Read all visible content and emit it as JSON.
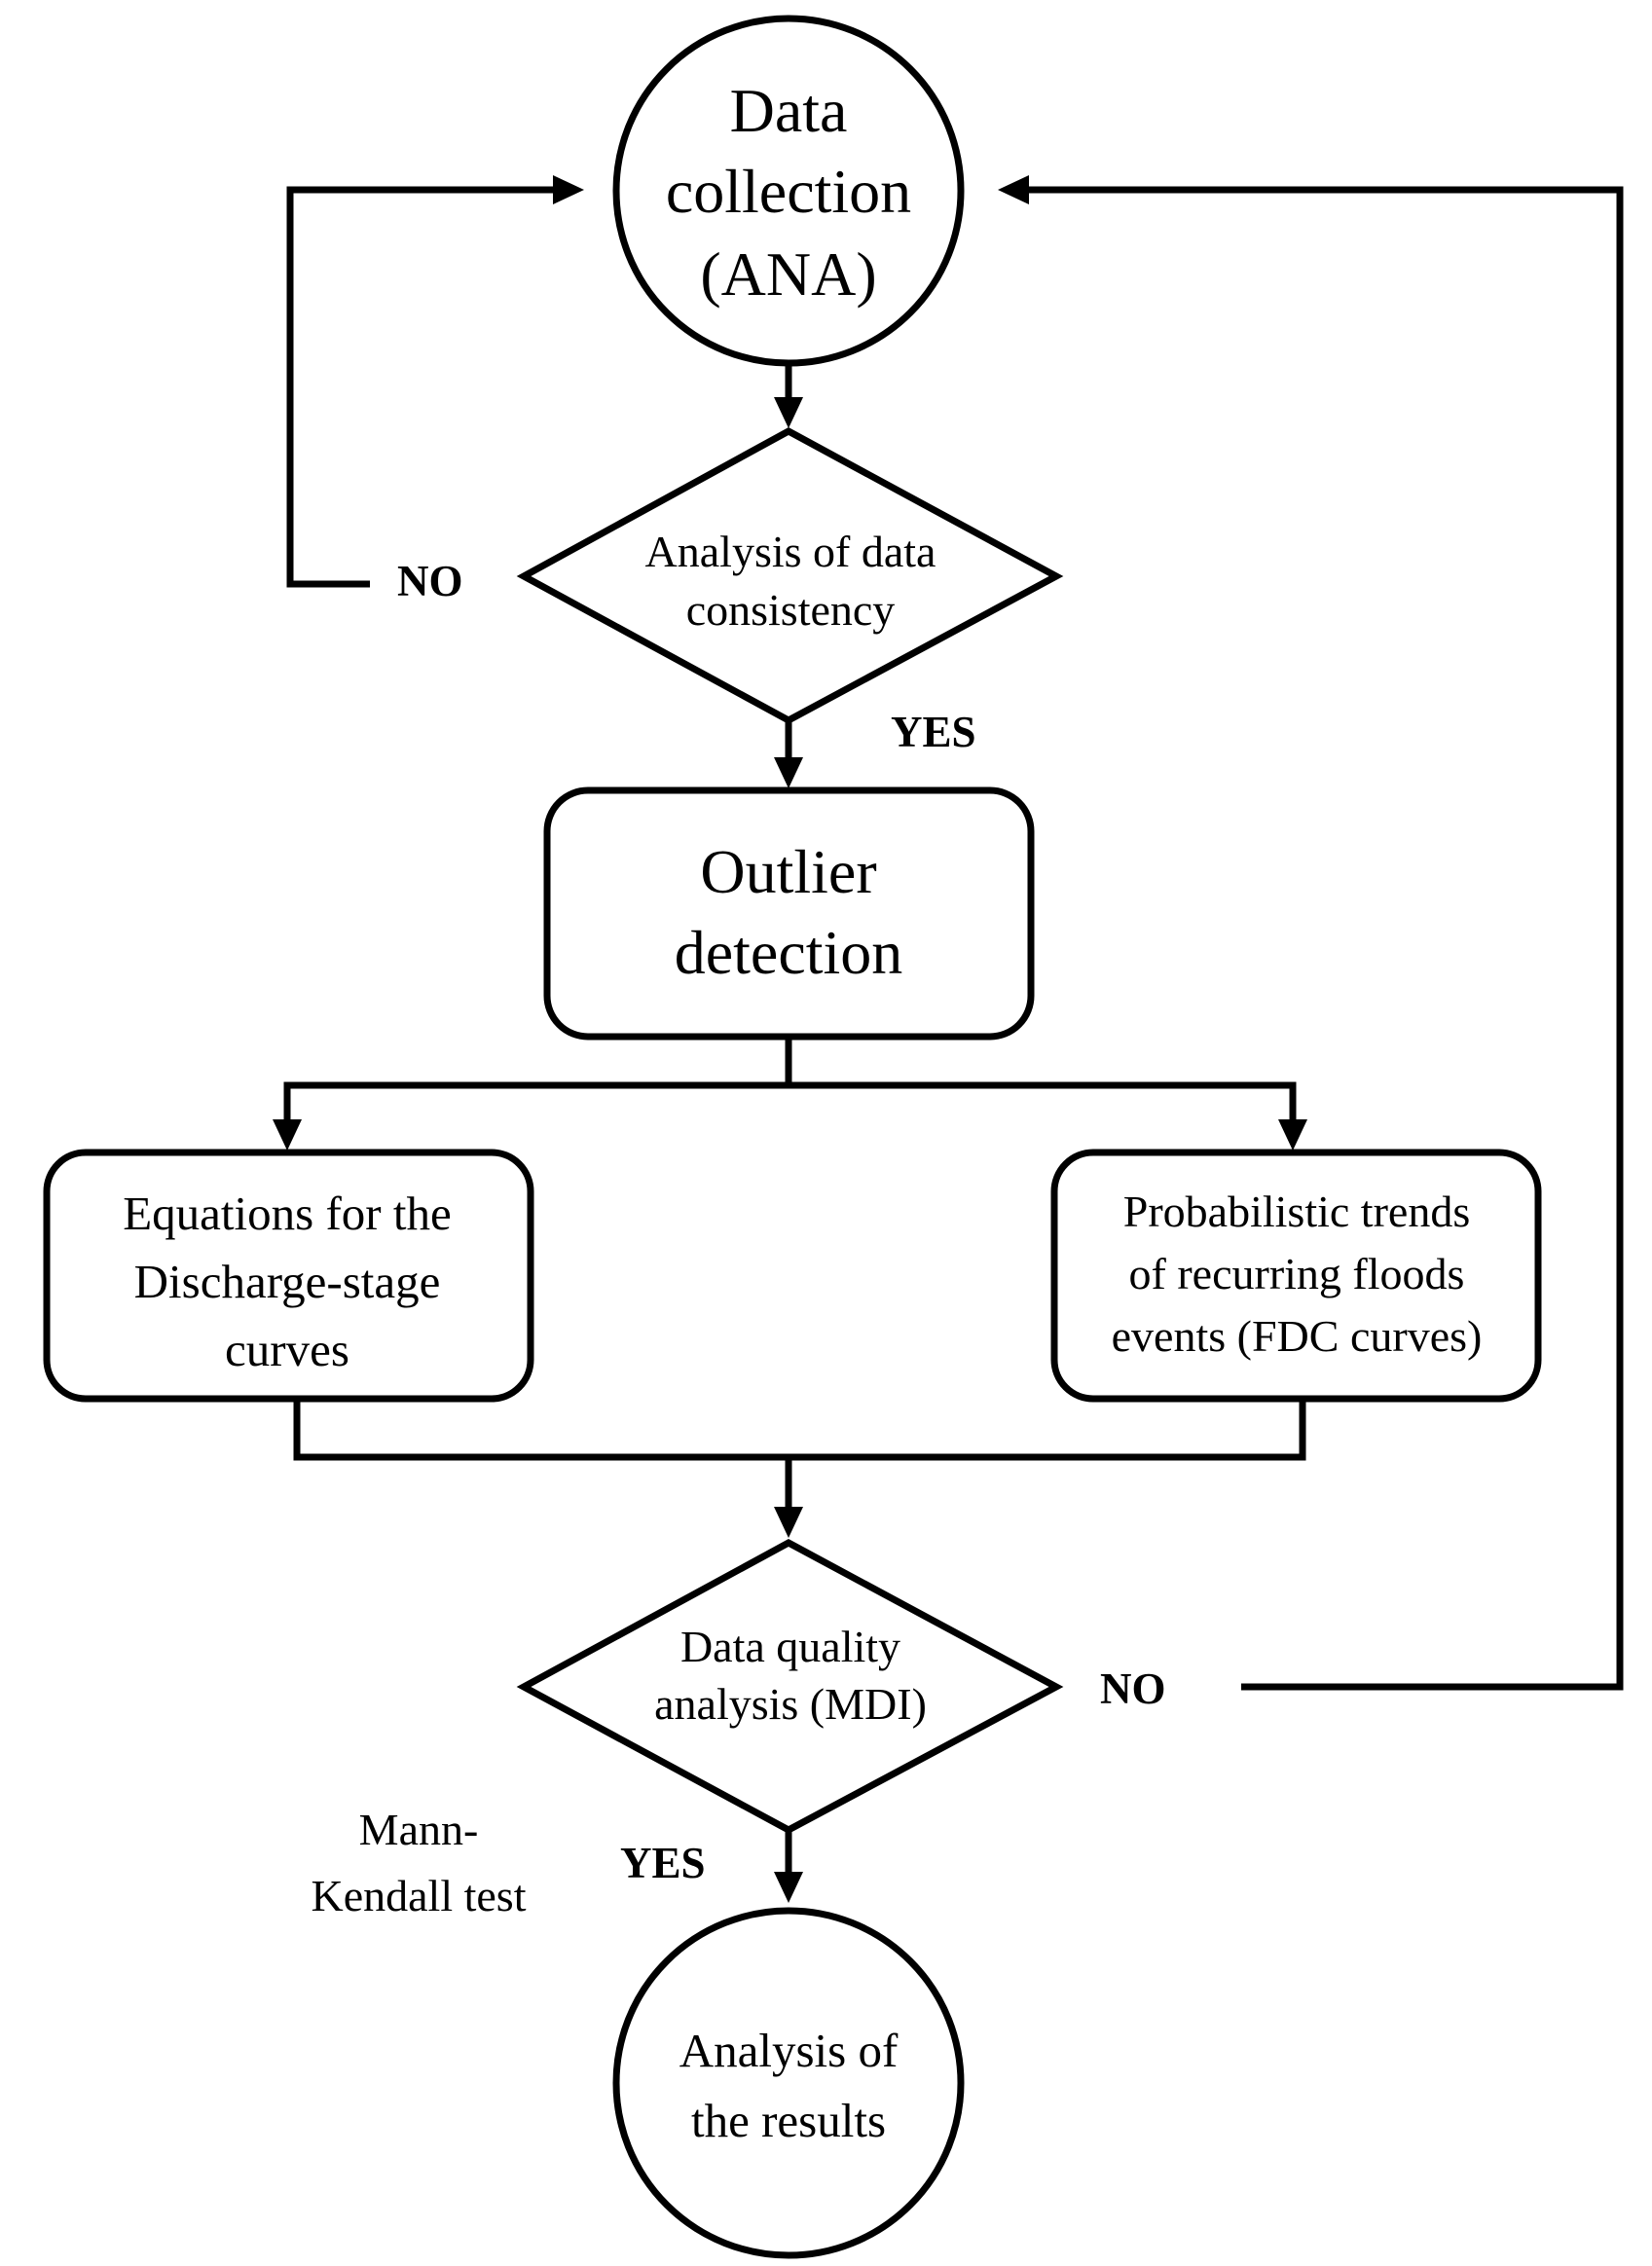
{
  "nodes": {
    "data_collection": {
      "lines": [
        "Data",
        "collection",
        "(ANA)"
      ]
    },
    "consistency_decision": {
      "lines": [
        "Analysis of data",
        "consistency"
      ]
    },
    "outlier_detection": {
      "lines": [
        "Outlier",
        "detection"
      ]
    },
    "discharge_stage": {
      "lines": [
        "Equations for the",
        "Discharge-stage",
        "curves"
      ]
    },
    "probabilistic_trends": {
      "lines": [
        "Probabilistic trends",
        "of recurring floods",
        "events (FDC curves)"
      ]
    },
    "quality_decision": {
      "lines": [
        "Data quality",
        "analysis (MDI)"
      ]
    },
    "analysis_results": {
      "lines": [
        "Analysis of",
        "the results"
      ]
    }
  },
  "labels": {
    "consistency_no": "NO",
    "consistency_yes": "YES",
    "quality_no": "NO",
    "quality_yes": "YES",
    "mann_kendall": [
      "Mann-",
      "Kendall test"
    ]
  }
}
